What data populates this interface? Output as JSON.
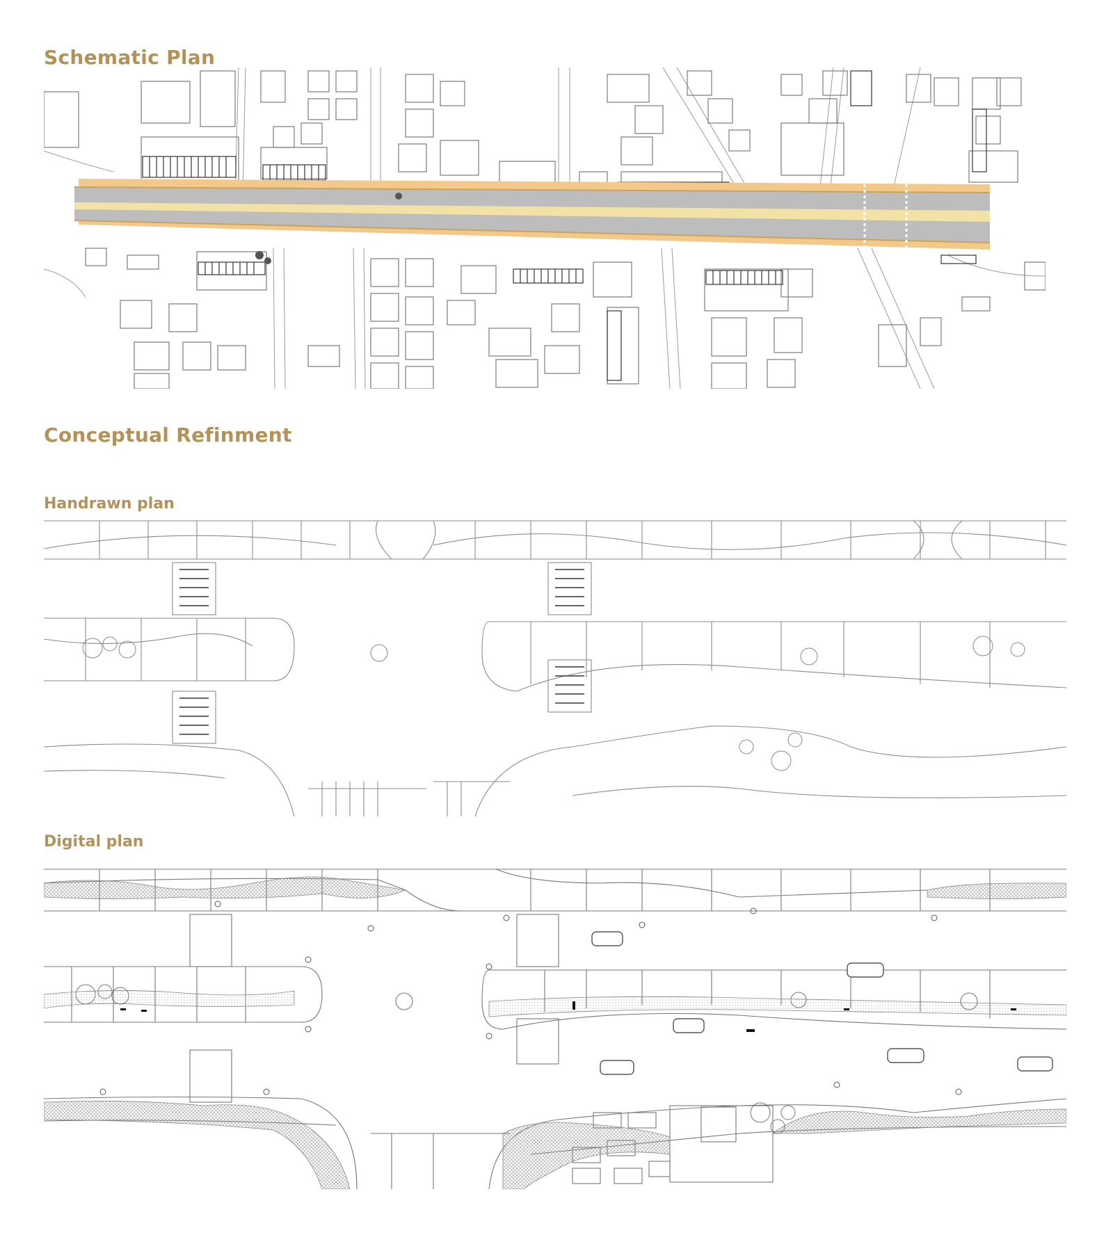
{
  "headings": {
    "schematic": "Schematic Plan",
    "conceptual": "Conceptual Refinment",
    "handdrawn": "Handrawn plan",
    "digital": "Digital plan"
  },
  "colors": {
    "heading": "#b3925a",
    "road_asphalt": "#bdbdbd",
    "bike_lane": "#f3c98b",
    "median": "#f2e2a5",
    "linework": "#7a7a7a",
    "hatch": "#9a9a9a"
  }
}
